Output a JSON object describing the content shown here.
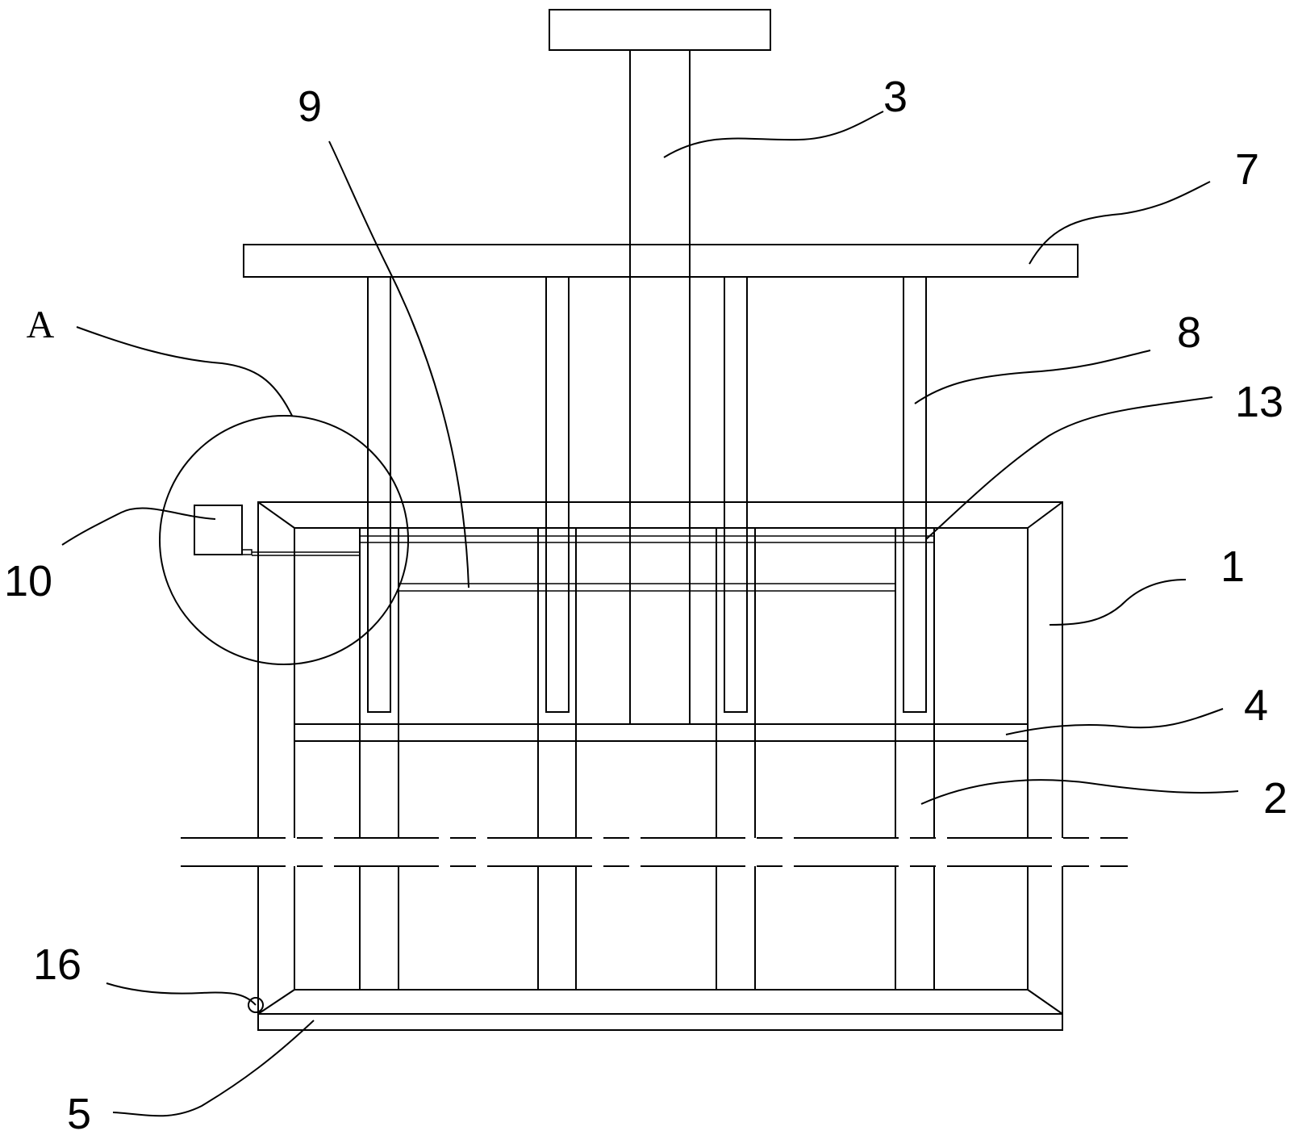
{
  "labels": {
    "l3": "3",
    "l9": "9",
    "l7": "7",
    "lA": "A",
    "l8": "8",
    "l13": "13",
    "l10": "10",
    "l1": "1",
    "l4": "4",
    "l2": "2",
    "l16": "16",
    "l5": "5"
  },
  "colors": {
    "line": "#000000",
    "background": "#ffffff"
  }
}
